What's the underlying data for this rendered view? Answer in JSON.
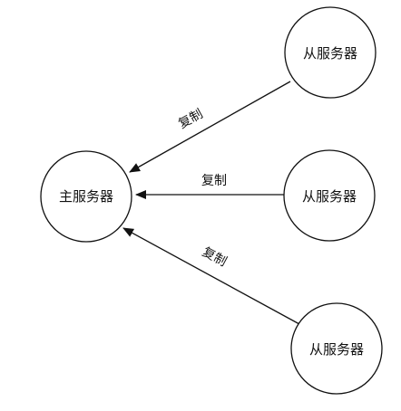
{
  "diagram": {
    "master": {
      "label": "主服务器"
    },
    "slaves": [
      {
        "label": "从服务器"
      },
      {
        "label": "从服务器"
      },
      {
        "label": "从服务器"
      }
    ],
    "edges": [
      {
        "label": "复制"
      },
      {
        "label": "复制"
      },
      {
        "label": "复制"
      }
    ]
  }
}
